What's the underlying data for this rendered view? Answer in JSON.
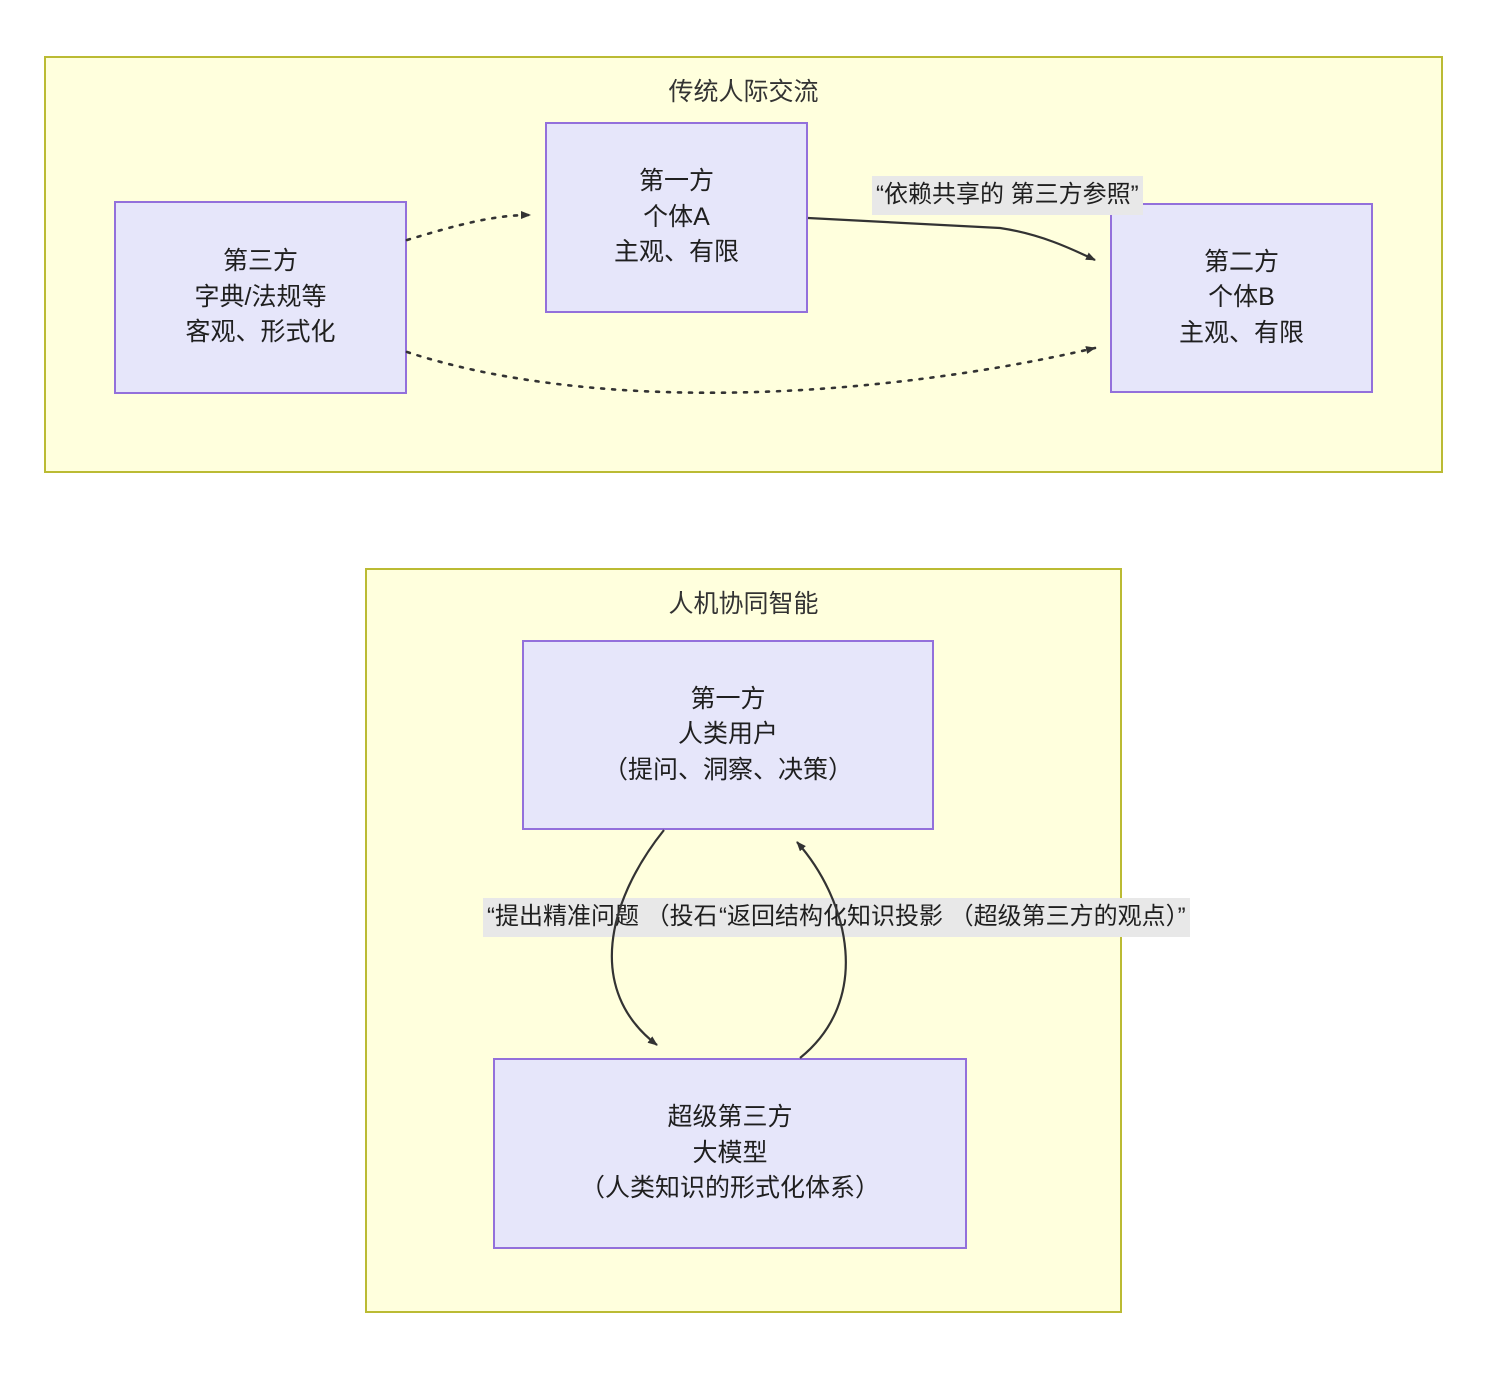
{
  "diagram": {
    "type": "flowchart",
    "groups": [
      {
        "id": "traditional",
        "title": "传统人际交流",
        "nodes": [
          {
            "id": "third-party",
            "lines": [
              "第三方",
              "字典/法规等",
              "客观、形式化"
            ]
          },
          {
            "id": "first-party-a",
            "lines": [
              "第一方",
              "个体A",
              "主观、有限"
            ]
          },
          {
            "id": "second-party-b",
            "lines": [
              "第二方",
              "个体B",
              "主观、有限"
            ]
          }
        ],
        "edges": [
          {
            "from": "third-party",
            "to": "first-party-a",
            "style": "dotted",
            "label": ""
          },
          {
            "from": "third-party",
            "to": "second-party-b",
            "style": "dotted",
            "label": ""
          },
          {
            "from": "first-party-a",
            "to": "second-party-b",
            "style": "solid",
            "label_lines": [
              "“依赖共享的",
              "第三方参照”"
            ]
          }
        ]
      },
      {
        "id": "collab",
        "title": "人机协同智能",
        "nodes": [
          {
            "id": "human-user",
            "lines": [
              "第一方",
              "人类用户",
              "（提问、洞察、决策）"
            ]
          },
          {
            "id": "super-third",
            "lines": [
              "超级第三方",
              "大模型",
              "（人类知识的形式化体系）"
            ]
          }
        ],
        "edges": [
          {
            "from": "human-user",
            "to": "super-third",
            "style": "solid",
            "label_lines": [
              "“提出精准问题",
              "（投石问路）”"
            ]
          },
          {
            "from": "super-third",
            "to": "human-user",
            "style": "solid",
            "label_lines": [
              "“返回结构化知识投影",
              "（超级第三方的观点）”"
            ]
          }
        ]
      }
    ],
    "colors": {
      "group_fill": "#ffffdd",
      "group_border": "#bbbb33",
      "node_fill": "#e6e6fa",
      "node_border": "#9370db",
      "edge_stroke": "#333333",
      "label_fill": "#e8e8e8",
      "text": "#1f1f1f"
    }
  }
}
